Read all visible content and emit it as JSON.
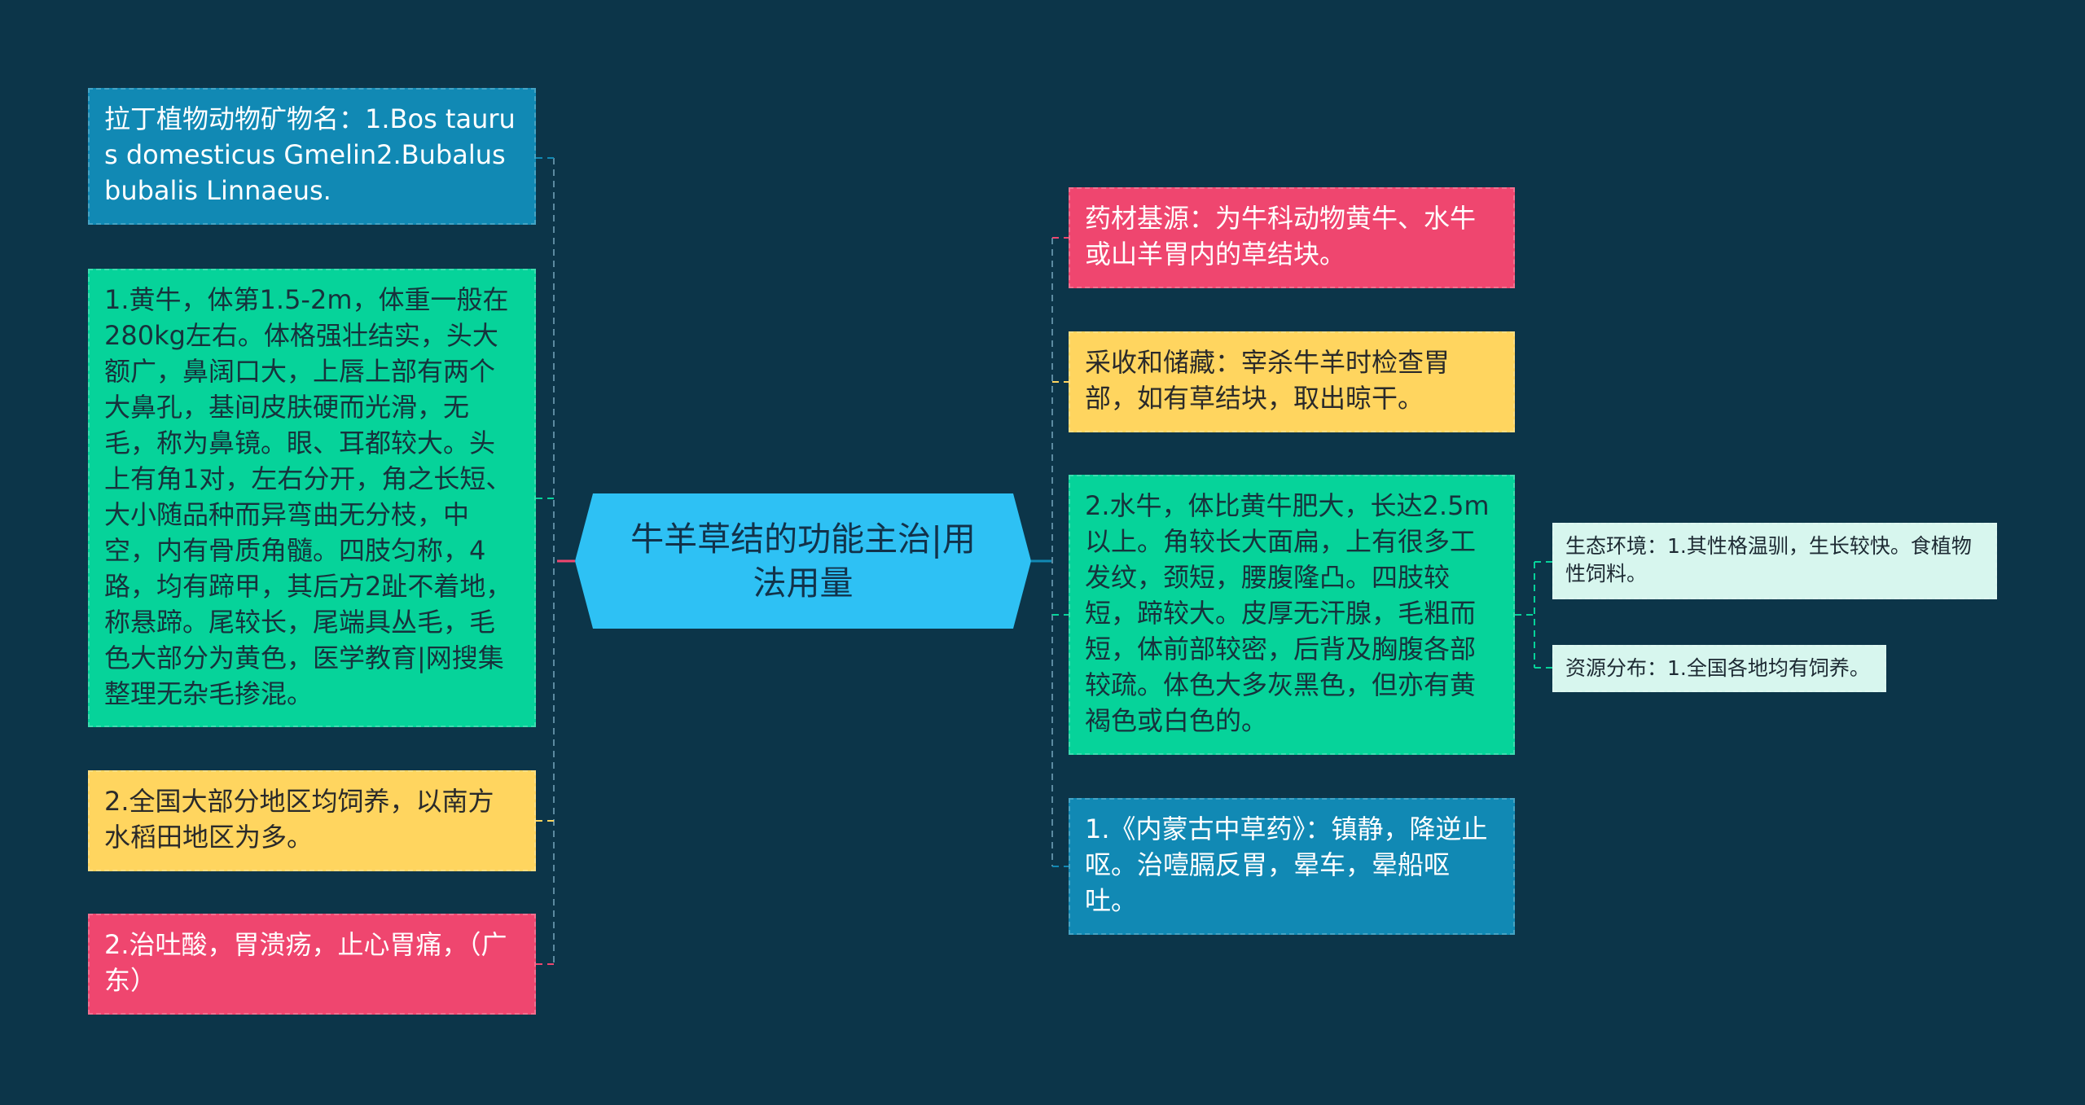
{
  "colors": {
    "background": "#0c3549",
    "center": "#2ec1f4",
    "blue": "#1189b4",
    "green": "#06d39a",
    "yellow": "#ffd55f",
    "pink": "#ef466f",
    "light": "#d7f6ee"
  },
  "center": {
    "title": "牛羊草结的功能主治|用法用量"
  },
  "left": {
    "latin_name": "拉丁植物动物矿物名：1.Bos taurus domesticus Gmelin2.Bubalusbubalis Linnaeus.",
    "huangniu": "1.黄牛，体第1.5-2m，体重一般在280kg左右。体格强壮结实，头大额广，鼻阔口大，上唇上部有两个大鼻孔，基间皮肤硬而光滑，无毛，称为鼻镜。眼、耳都较大。头上有角1对，左右分开，角之长短、大小随品种而异弯曲无分枝，中空，内有骨质角髓。四肢匀称，4路，均有蹄甲，其后方2趾不着地，称悬蹄。尾较长，尾端具丛毛，毛色大部分为黄色，医学教育|网搜集整理无杂毛掺混。",
    "distribution": "2.全国大部分地区均饲养，以南方水稻田地区为多。",
    "treatment": "2.治吐酸，胃溃疡，止心胃痛，（广东）"
  },
  "right": {
    "source": "药材基源：为牛科动物黄牛、水牛或山羊胃内的草结块。",
    "harvest": "采收和储藏：宰杀牛羊时检查胃部，如有草结块，取出晾干。",
    "shuiniu": "2.水牛，体比黄牛肥大，长达2.5m以上。角较长大面扁，上有很多工发纹，颈短，腰腹隆凸。四肢较短，蹄较大。皮厚无汗腺，毛粗而短，体前部较密，后背及胸腹各部较疏。体色大多灰黑色，但亦有黄褐色或白色的。",
    "neimenggu": "1.《内蒙古中草药》：镇静，降逆止呕。治噎膈反胃，晕车，晕船呕吐。",
    "ecology": "生态环境：1.其性格温驯，生长较快。食植物性饲料。",
    "resource": "资源分布：1.全国各地均有饲养。"
  }
}
